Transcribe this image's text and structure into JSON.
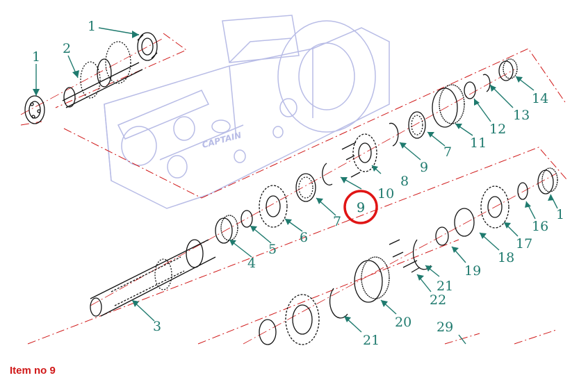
{
  "diagram": {
    "brand_text": "CAPTAIN",
    "highlighted_item": "9",
    "colors": {
      "callout": "#1f7a6e",
      "housing": "#b8bce6",
      "parts": "#111111",
      "leader_dash": "#d01818",
      "highlight": "#e01515"
    },
    "callouts": [
      "1",
      "1",
      "2",
      "3",
      "4",
      "5",
      "6",
      "7",
      "7",
      "8",
      "9",
      "9",
      "10",
      "11",
      "12",
      "13",
      "14",
      "1",
      "16",
      "17",
      "18",
      "19",
      "20",
      "21",
      "21",
      "22",
      "29"
    ]
  },
  "caption": {
    "text": "Item no 9"
  }
}
